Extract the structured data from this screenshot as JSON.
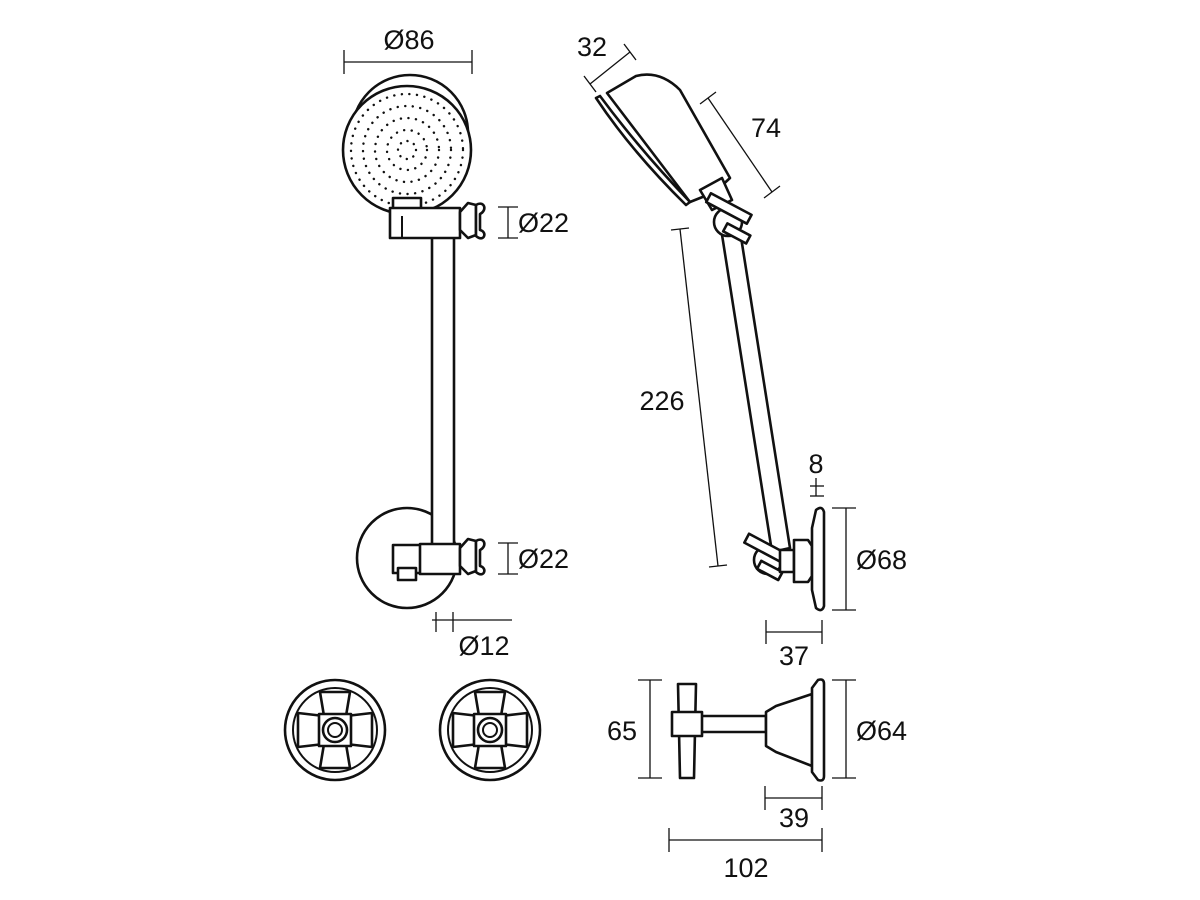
{
  "dimensions": {
    "head_diameter": "Ø86",
    "head_depth": "32",
    "head_length": "74",
    "upper_swivel_diameter": "Ø22",
    "lower_swivel_diameter": "Ø22",
    "arm_diameter": "Ø12",
    "arm_length": "226",
    "flange_thickness": "8",
    "flange_diameter": "Ø68",
    "flange_projection": "37",
    "tap_height": "65",
    "tap_flange_diameter": "Ø64",
    "tap_flange_projection": "39",
    "tap_total_length": "102"
  }
}
